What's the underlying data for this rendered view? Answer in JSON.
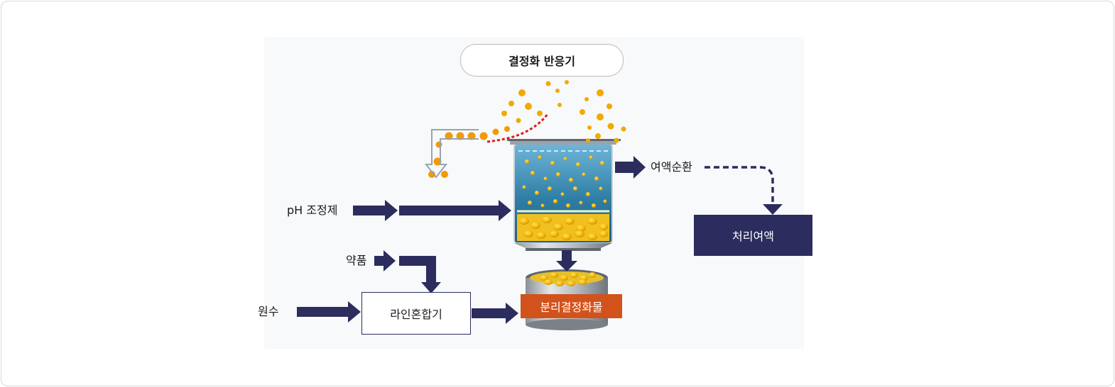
{
  "title": "결정화 반응기",
  "labels": {
    "ph_adjuster": "pH 조정제",
    "chemicals": "약품",
    "raw_water": "원수",
    "line_mixer": "라인혼합기",
    "separated_crystals": "분리결정화물",
    "filtrate_recirculation": "여액순환",
    "treated_filtrate": "처리여액"
  },
  "colors": {
    "arrow": "#2c2c5e",
    "separated_tag": "#d2521c",
    "treated_box": "#2c2c5e",
    "tank_liquid": "#2f7ea6",
    "crystal": "#f2b705",
    "dashed_line": "#e31b1b"
  }
}
